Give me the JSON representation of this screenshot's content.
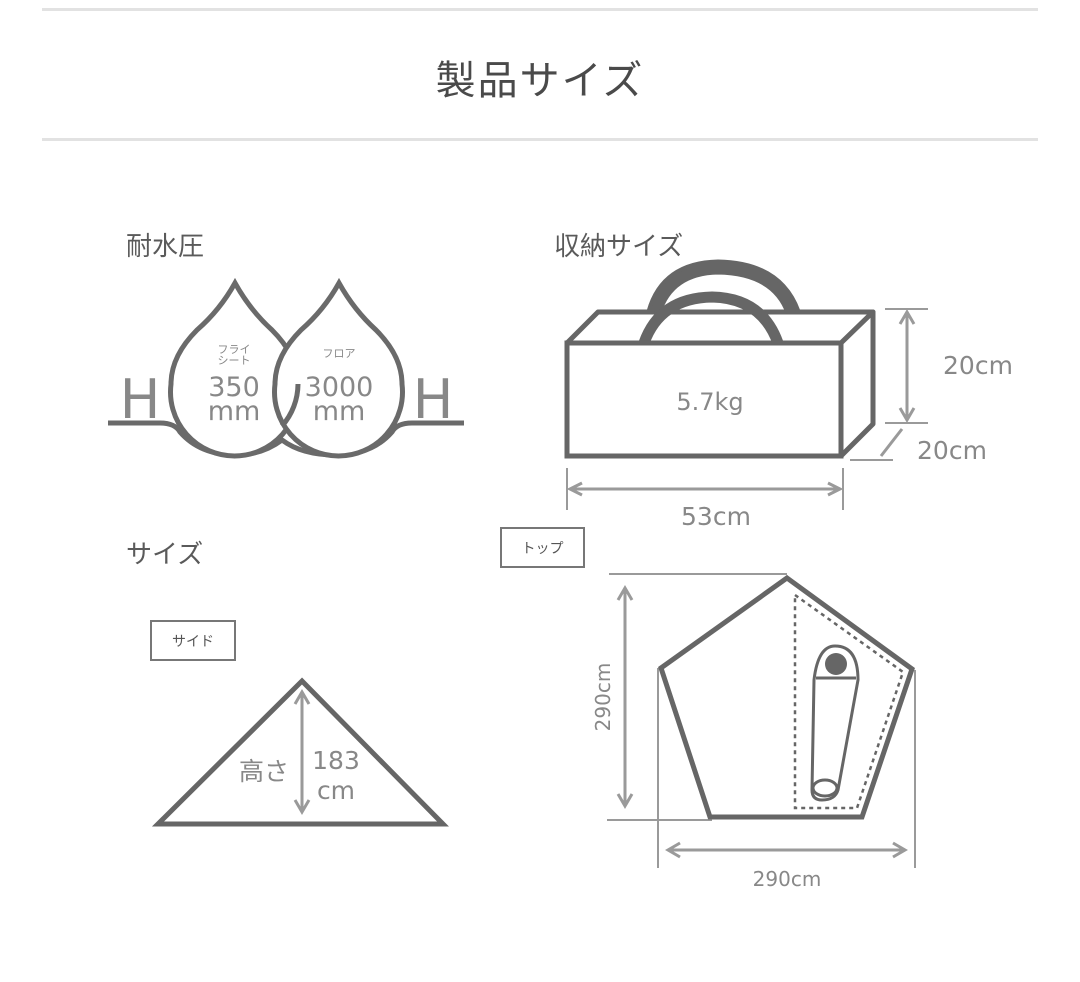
{
  "page": {
    "title": "製品サイズ"
  },
  "water_resistance": {
    "label": "耐水圧",
    "flysheet": {
      "name_line1": "フライ",
      "name_line2": "シート",
      "value": "350",
      "unit": "mm"
    },
    "floor": {
      "name": "フロア",
      "value": "3000",
      "unit": "mm"
    },
    "h_left": "H",
    "h_right": "H"
  },
  "storage_size": {
    "label": "収納サイズ",
    "weight": "5.7kg",
    "height": "20cm",
    "depth": "20cm",
    "width": "53cm"
  },
  "size": {
    "label": "サイズ",
    "side_view": {
      "tag": "サイド",
      "height_label": "高さ",
      "height_value": "183",
      "height_unit": "cm"
    },
    "top_view": {
      "tag": "トップ",
      "depth": "290cm",
      "width": "290cm"
    }
  },
  "colors": {
    "outline": "#666666",
    "dimension": "#9a9a9a",
    "rule": "#e2e2e2",
    "text": "#555555"
  }
}
